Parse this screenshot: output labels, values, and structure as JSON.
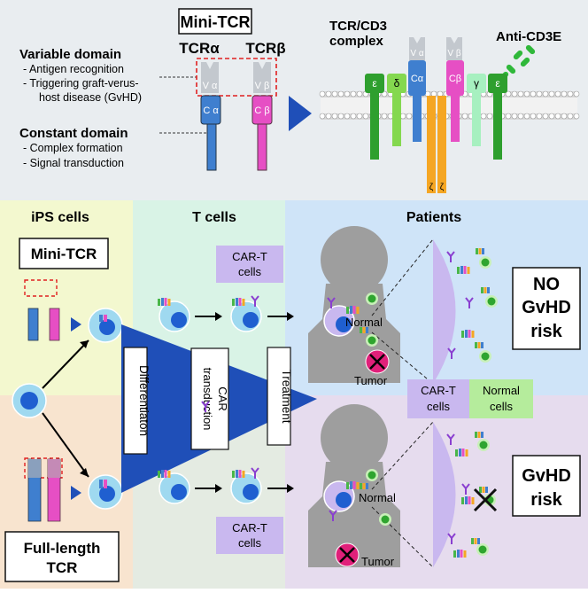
{
  "top": {
    "mini_tcr_title": "Mini-TCR",
    "tcr_alpha": "TCRα",
    "tcr_beta": "TCRβ",
    "variable_heading": "Variable domain",
    "variable_items": [
      "- Antigen  recognition",
      "- Triggering graft-verus-",
      "host disease (GvHD)"
    ],
    "constant_heading": "Constant domain",
    "constant_items": [
      "- Complex formation",
      "- Signal transduction"
    ],
    "v_alpha": "V α",
    "v_beta": "V β",
    "c_alpha": "C α",
    "c_beta": "C β",
    "complex_title": [
      "TCR/CD3",
      "complex"
    ],
    "anti_cd3e": "Anti-CD3E",
    "chains": {
      "epsilon": "ε",
      "delta": "δ",
      "gamma": "γ",
      "zeta": "ζ",
      "c_alpha": "Cα",
      "c_beta": "Cβ",
      "v_alpha": "V α",
      "v_beta": "V β"
    }
  },
  "columns": {
    "ips": "iPS cells",
    "t_cells": "T cells",
    "patients": "Patients"
  },
  "labels": {
    "mini_tcr": "Mini-TCR",
    "full_length": [
      "Full-length",
      "TCR"
    ],
    "car_t": [
      "CAR-T",
      "cells"
    ],
    "differentiation": "Differentiaton",
    "car_transduction": [
      "CAR",
      "transduction"
    ],
    "treatment": "Treatment",
    "normal": "Normal",
    "tumor": "Tumor",
    "no_gvhd": [
      "NO",
      "GvHD",
      "risk"
    ],
    "gvhd": [
      "GvHD",
      "risk"
    ],
    "legend_car_t": [
      "CAR-T",
      "cells"
    ],
    "legend_normal": [
      "Normal",
      "cells"
    ]
  },
  "colors": {
    "top_bg": "#e9edf0",
    "ips_top": "#f3f8cf",
    "ips_bottom": "#f8e4cf",
    "tcell_top": "#d9f3e6",
    "tcell_bottom": "#e4ebe2",
    "patients_top": "#cfe4f8",
    "patients_bottom": "#e6dcee",
    "alpha": "#3f7fcf",
    "beta": "#e64fc4",
    "cell": "#9fd9f0",
    "nucleus": "#1f5fd0",
    "car_cell": "#c9b8ef",
    "normal_green": "#43b943",
    "tumor": "#e0207a",
    "arrow_blue": "#1f4fb8",
    "gray": "#b3b3b3"
  }
}
